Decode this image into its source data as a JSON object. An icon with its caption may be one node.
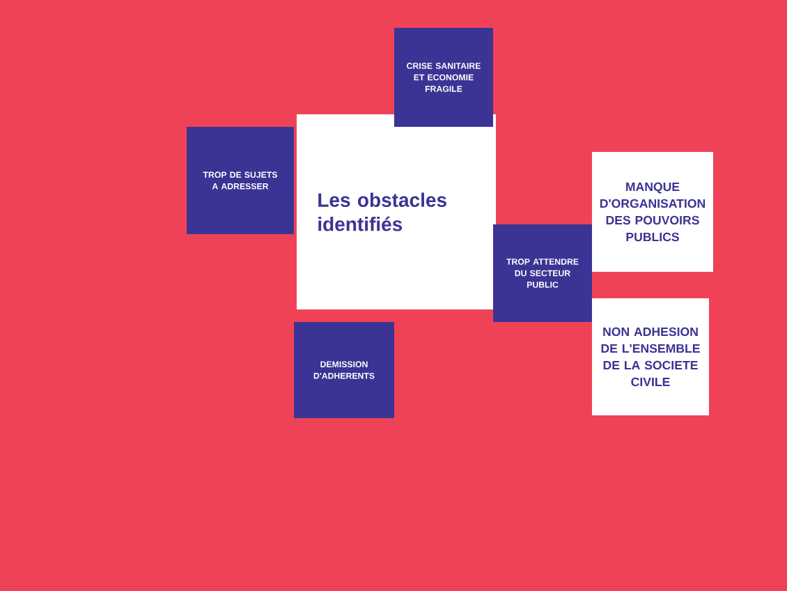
{
  "diagram": {
    "nodes": [
      {
        "text": [
          "Les obstacles identifiés"
        ]
      },
      {
        "text": [
          "CRISE SANITAIRE ET ECONOMIE FRAGILE"
        ]
      },
      {
        "text": [
          "TROP DE SUJETS A ADRESSER"
        ]
      },
      {
        "text": [
          "TROP ATTENDRE DU SECTEUR PUBLIC"
        ]
      },
      {
        "text": [
          "DEMISSION D'ADHERENTS"
        ]
      },
      {
        "text": [
          "MANQUE D'ORGANISATION DES POUVOIRS PUBLICS"
        ]
      },
      {
        "text": [
          "NON ADHESION DE L'ENSEMBLE DE LA SOCIETE CIVILE"
        ]
      }
    ]
  }
}
